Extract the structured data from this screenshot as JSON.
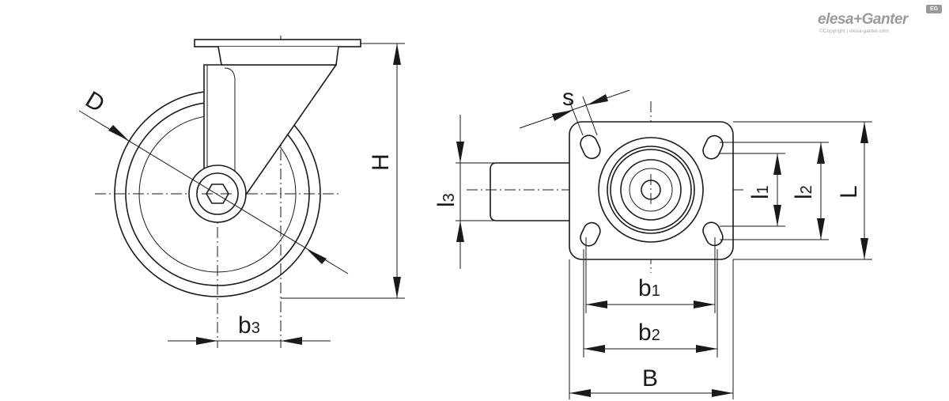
{
  "logo": {
    "brand": "elesa+Ganter",
    "copyright": "©Copyright | elesa-ganter.com",
    "badge": "EG"
  },
  "labels": {
    "D": "D",
    "H": "H",
    "b3_main": "b",
    "b3_sub": "3",
    "s": "s",
    "l3_main": "l",
    "l3_sub": "3",
    "l1_main": "l",
    "l1_sub": "1",
    "l2_main": "l",
    "l2_sub": "2",
    "L": "L",
    "b1_main": "b",
    "b1_sub": "1",
    "b2_main": "b",
    "b2_sub": "2",
    "B": "B"
  }
}
